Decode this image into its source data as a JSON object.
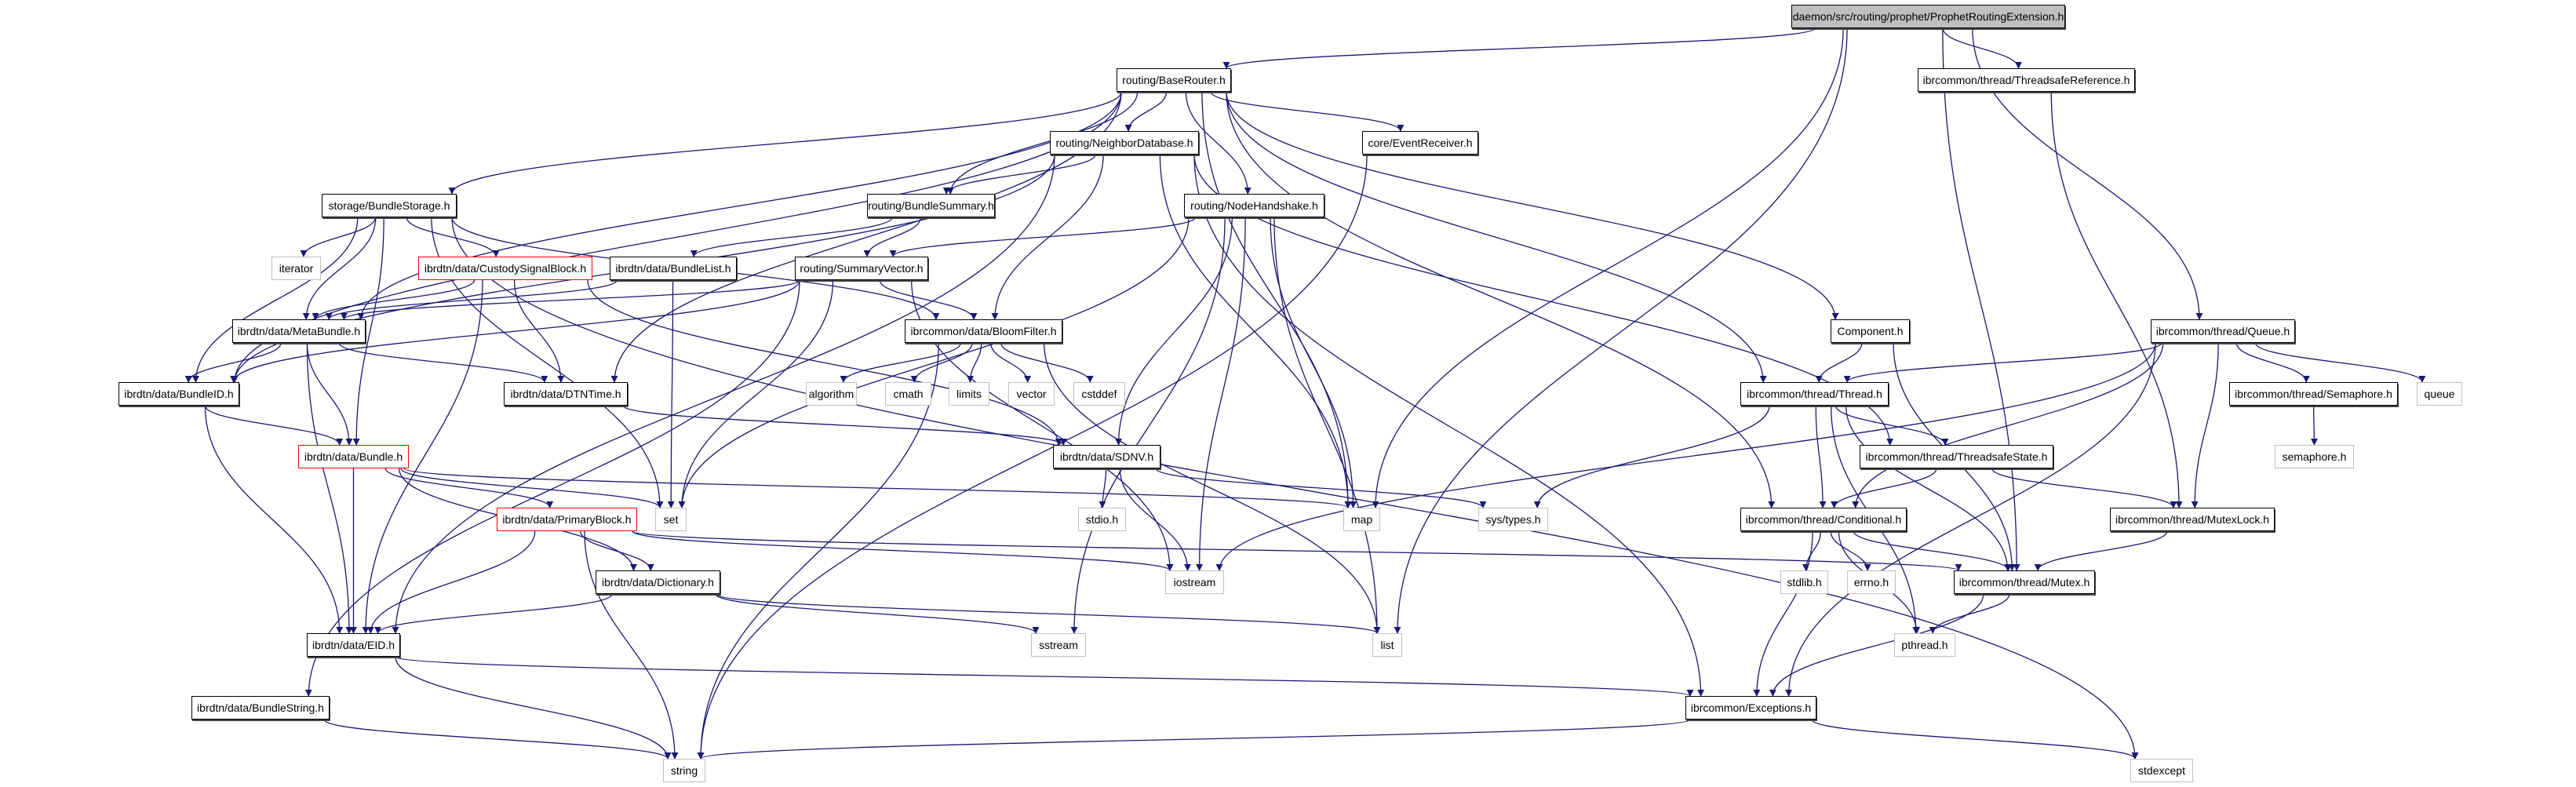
{
  "colors": {
    "edge": "#191970",
    "root_fill": "#bfbfbf",
    "system_border": "#bfbfbf",
    "incomplete_border": "#ff0000"
  },
  "nodes": {
    "prophet": {
      "label": "daemon/src/routing/prophet/ProphetRoutingExtension.h",
      "kind": "root"
    },
    "baserouter": {
      "label": "routing/BaseRouter.h",
      "kind": "normal"
    },
    "tsref": {
      "label": "ibrcommon/thread/ThreadsafeReference.h",
      "kind": "normal"
    },
    "neighbordb": {
      "label": "routing/NeighborDatabase.h",
      "kind": "normal"
    },
    "eventreceiver": {
      "label": "core/EventReceiver.h",
      "kind": "normal"
    },
    "bundlestorage": {
      "label": "storage/BundleStorage.h",
      "kind": "normal"
    },
    "bundlesummary": {
      "label": "routing/BundleSummary.h",
      "kind": "normal"
    },
    "nodehandshake": {
      "label": "routing/NodeHandshake.h",
      "kind": "normal"
    },
    "iterator": {
      "label": "iterator",
      "kind": "system"
    },
    "custody": {
      "label": "ibrdtn/data/CustodySignalBlock.h",
      "kind": "incomplete"
    },
    "bundlelist": {
      "label": "ibrdtn/data/BundleList.h",
      "kind": "normal"
    },
    "summaryvector": {
      "label": "routing/SummaryVector.h",
      "kind": "normal"
    },
    "component": {
      "label": "Component.h",
      "kind": "normal"
    },
    "queue_h": {
      "label": "ibrcommon/thread/Queue.h",
      "kind": "normal"
    },
    "metabundle": {
      "label": "ibrdtn/data/MetaBundle.h",
      "kind": "normal"
    },
    "bloomfilter": {
      "label": "ibrcommon/data/BloomFilter.h",
      "kind": "normal"
    },
    "bundleid": {
      "label": "ibrdtn/data/BundleID.h",
      "kind": "normal"
    },
    "dtntime": {
      "label": "ibrdtn/data/DTNTime.h",
      "kind": "normal"
    },
    "algorithm": {
      "label": "algorithm",
      "kind": "system"
    },
    "cmath": {
      "label": "cmath",
      "kind": "system"
    },
    "limits": {
      "label": "limits",
      "kind": "system"
    },
    "vector": {
      "label": "vector",
      "kind": "system"
    },
    "cstddef": {
      "label": "cstddef",
      "kind": "system"
    },
    "thread": {
      "label": "ibrcommon/thread/Thread.h",
      "kind": "normal"
    },
    "semaphore": {
      "label": "ibrcommon/thread/Semaphore.h",
      "kind": "normal"
    },
    "queue": {
      "label": "queue",
      "kind": "system"
    },
    "bundle": {
      "label": "ibrdtn/data/Bundle.h",
      "kind": "incomplete"
    },
    "sdnv": {
      "label": "ibrdtn/data/SDNV.h",
      "kind": "normal"
    },
    "tsstate": {
      "label": "ibrcommon/thread/ThreadsafeState.h",
      "kind": "normal"
    },
    "semaphore_h": {
      "label": "semaphore.h",
      "kind": "system"
    },
    "primaryblock": {
      "label": "ibrdtn/data/PrimaryBlock.h",
      "kind": "incomplete"
    },
    "set": {
      "label": "set",
      "kind": "system"
    },
    "stdio": {
      "label": "stdio.h",
      "kind": "system"
    },
    "map": {
      "label": "map",
      "kind": "system"
    },
    "systypes": {
      "label": "sys/types.h",
      "kind": "system"
    },
    "conditional": {
      "label": "ibrcommon/thread/Conditional.h",
      "kind": "normal"
    },
    "mutexlock": {
      "label": "ibrcommon/thread/MutexLock.h",
      "kind": "normal"
    },
    "dictionary": {
      "label": "ibrdtn/data/Dictionary.h",
      "kind": "normal"
    },
    "iostream": {
      "label": "iostream",
      "kind": "system"
    },
    "stdlib": {
      "label": "stdlib.h",
      "kind": "system"
    },
    "errno": {
      "label": "errno.h",
      "kind": "system"
    },
    "mutex": {
      "label": "ibrcommon/thread/Mutex.h",
      "kind": "normal"
    },
    "eid": {
      "label": "ibrdtn/data/EID.h",
      "kind": "normal"
    },
    "sstream": {
      "label": "sstream",
      "kind": "system"
    },
    "list": {
      "label": "list",
      "kind": "system"
    },
    "pthread": {
      "label": "pthread.h",
      "kind": "system"
    },
    "bundlestring": {
      "label": "ibrdtn/data/BundleString.h",
      "kind": "normal"
    },
    "exceptions": {
      "label": "ibrcommon/Exceptions.h",
      "kind": "normal"
    },
    "string": {
      "label": "string",
      "kind": "system"
    },
    "stdexcept": {
      "label": "stdexcept",
      "kind": "system"
    }
  },
  "edges": [
    [
      "prophet",
      "baserouter"
    ],
    [
      "prophet",
      "tsref"
    ],
    [
      "prophet",
      "queue_h"
    ],
    [
      "prophet",
      "map"
    ],
    [
      "prophet",
      "list"
    ],
    [
      "prophet",
      "mutex"
    ],
    [
      "baserouter",
      "neighbordb"
    ],
    [
      "baserouter",
      "bundlesummary"
    ],
    [
      "baserouter",
      "nodehandshake"
    ],
    [
      "baserouter",
      "eventreceiver"
    ],
    [
      "baserouter",
      "bundlestorage"
    ],
    [
      "baserouter",
      "bundleid"
    ],
    [
      "baserouter",
      "metabundle"
    ],
    [
      "baserouter",
      "dtntime"
    ],
    [
      "baserouter",
      "component"
    ],
    [
      "baserouter",
      "thread"
    ],
    [
      "baserouter",
      "conditional"
    ],
    [
      "baserouter",
      "map"
    ],
    [
      "neighbordb",
      "bundlesummary"
    ],
    [
      "neighbordb",
      "bloomfilter"
    ],
    [
      "neighbordb",
      "eid"
    ],
    [
      "neighbordb",
      "bundleid"
    ],
    [
      "neighbordb",
      "map"
    ],
    [
      "neighbordb",
      "exceptions"
    ],
    [
      "neighbordb",
      "tsstate"
    ],
    [
      "eventreceiver",
      "string"
    ],
    [
      "bundlesummary",
      "summaryvector"
    ],
    [
      "bundlesummary",
      "bundlelist"
    ],
    [
      "nodehandshake",
      "summaryvector"
    ],
    [
      "nodehandshake",
      "sdnv"
    ],
    [
      "nodehandshake",
      "iostream"
    ],
    [
      "nodehandshake",
      "sstream"
    ],
    [
      "nodehandshake",
      "map"
    ],
    [
      "nodehandshake",
      "list"
    ],
    [
      "nodehandshake",
      "set"
    ],
    [
      "bundlestorage",
      "iterator"
    ],
    [
      "bundlestorage",
      "custody"
    ],
    [
      "bundlestorage",
      "metabundle"
    ],
    [
      "bundlestorage",
      "bundleid"
    ],
    [
      "bundlestorage",
      "bundle"
    ],
    [
      "bundlestorage",
      "set"
    ],
    [
      "bundlestorage",
      "bloomfilter"
    ],
    [
      "bundlestorage",
      "stdexcept"
    ],
    [
      "custody",
      "metabundle"
    ],
    [
      "custody",
      "dtntime"
    ],
    [
      "custody",
      "sdnv"
    ],
    [
      "custody",
      "eid"
    ],
    [
      "bundlelist",
      "metabundle"
    ],
    [
      "bundlelist",
      "set"
    ],
    [
      "summaryvector",
      "metabundle"
    ],
    [
      "summaryvector",
      "bundleid"
    ],
    [
      "summaryvector",
      "bloomfilter"
    ],
    [
      "summaryvector",
      "set"
    ],
    [
      "summaryvector",
      "iostream"
    ],
    [
      "summaryvector",
      "bundlestring"
    ],
    [
      "metabundle",
      "bundleid"
    ],
    [
      "metabundle",
      "bundle"
    ],
    [
      "metabundle",
      "dtntime"
    ],
    [
      "metabundle",
      "eid"
    ],
    [
      "bundleid",
      "bundle"
    ],
    [
      "bundleid",
      "eid"
    ],
    [
      "dtntime",
      "sdnv"
    ],
    [
      "bundle",
      "primaryblock"
    ],
    [
      "bundle",
      "dictionary"
    ],
    [
      "bundle",
      "eid"
    ],
    [
      "bundle",
      "set"
    ],
    [
      "bundle",
      "map"
    ],
    [
      "primaryblock",
      "dictionary"
    ],
    [
      "primaryblock",
      "eid"
    ],
    [
      "primaryblock",
      "string"
    ],
    [
      "primaryblock",
      "iostream"
    ],
    [
      "primaryblock",
      "mutex"
    ],
    [
      "dictionary",
      "eid"
    ],
    [
      "dictionary",
      "sstream"
    ],
    [
      "dictionary",
      "list"
    ],
    [
      "eid",
      "string"
    ],
    [
      "eid",
      "exceptions"
    ],
    [
      "bundlestring",
      "string"
    ],
    [
      "bloomfilter",
      "algorithm"
    ],
    [
      "bloomfilter",
      "cmath"
    ],
    [
      "bloomfilter",
      "limits"
    ],
    [
      "bloomfilter",
      "vector"
    ],
    [
      "bloomfilter",
      "cstddef"
    ],
    [
      "bloomfilter",
      "string"
    ],
    [
      "bloomfilter",
      "list"
    ],
    [
      "sdnv",
      "stdio"
    ],
    [
      "sdnv",
      "iostream"
    ],
    [
      "sdnv",
      "systypes"
    ],
    [
      "component",
      "thread"
    ],
    [
      "component",
      "mutex"
    ],
    [
      "tsref",
      "mutexlock"
    ],
    [
      "queue_h",
      "thread"
    ],
    [
      "queue_h",
      "conditional"
    ],
    [
      "queue_h",
      "mutexlock"
    ],
    [
      "queue_h",
      "semaphore"
    ],
    [
      "queue_h",
      "queue"
    ],
    [
      "queue_h",
      "exceptions"
    ],
    [
      "queue_h",
      "iostream"
    ],
    [
      "thread",
      "tsstate"
    ],
    [
      "thread",
      "conditional"
    ],
    [
      "thread",
      "mutex"
    ],
    [
      "thread",
      "pthread"
    ],
    [
      "thread",
      "systypes"
    ],
    [
      "tsstate",
      "conditional"
    ],
    [
      "tsstate",
      "mutexlock"
    ],
    [
      "conditional",
      "stdlib"
    ],
    [
      "conditional",
      "errno"
    ],
    [
      "conditional",
      "mutex"
    ],
    [
      "conditional",
      "pthread"
    ],
    [
      "conditional",
      "exceptions"
    ],
    [
      "mutexlock",
      "mutex"
    ],
    [
      "mutex",
      "pthread"
    ],
    [
      "mutex",
      "exceptions"
    ],
    [
      "semaphore",
      "semaphore_h"
    ],
    [
      "exceptions",
      "string"
    ],
    [
      "exceptions",
      "stdexcept"
    ]
  ]
}
